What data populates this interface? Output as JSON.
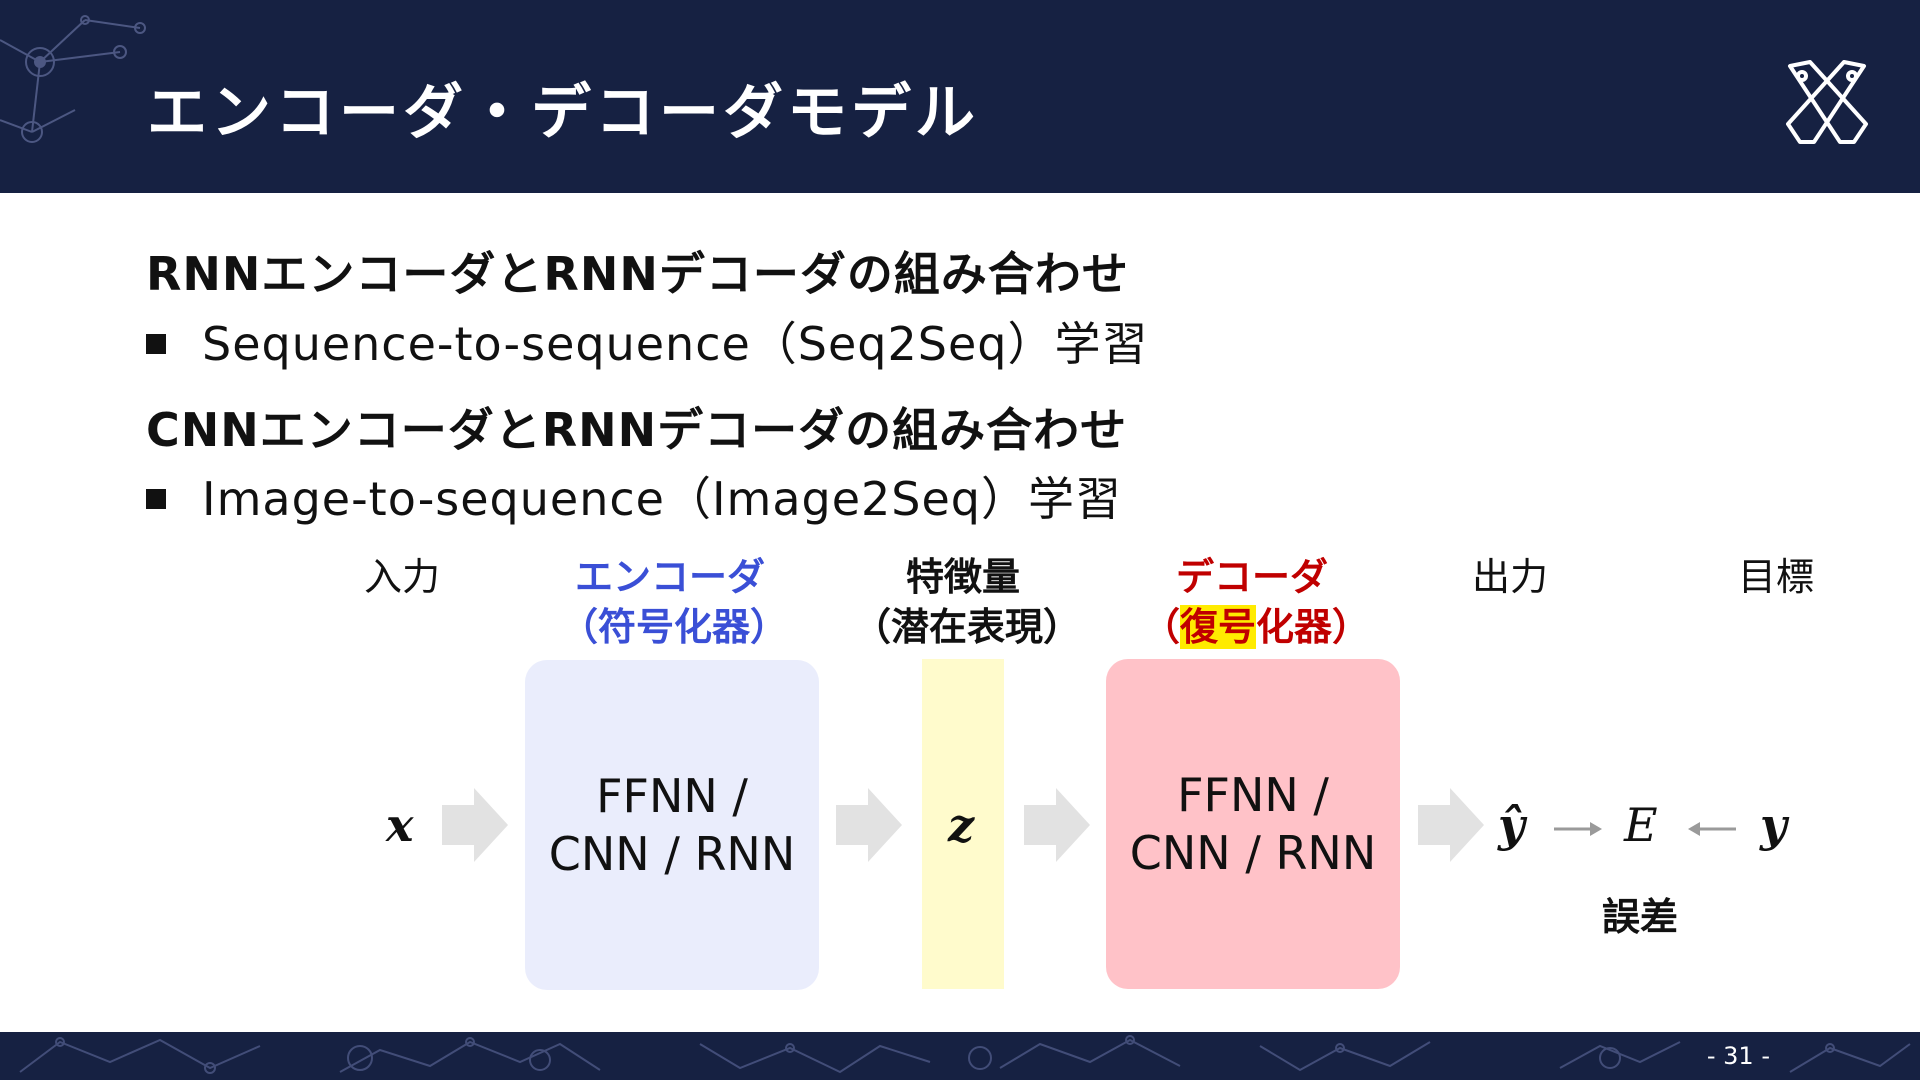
{
  "header": {
    "title": "エンコーダ・デコーダモデル"
  },
  "content": {
    "sections": [
      {
        "heading": "RNNエンコーダとRNNデコーダの組み合わせ",
        "bullet": "Sequence-to-sequence（Seq2Seq）学習"
      },
      {
        "heading": "CNNエンコーダとRNNデコーダの組み合わせ",
        "bullet": "Image-to-sequence（Image2Seq）学習"
      }
    ]
  },
  "diagram": {
    "input_label": "入力",
    "encoder_label": "エンコーダ",
    "encoder_sub_label": "（符号化器）",
    "latent_label": "特徴量",
    "latent_sub_label": "（潜在表現）",
    "decoder_label": "デコーダ",
    "decoder_sub_open": "（",
    "decoder_sub_highlight": "復号",
    "decoder_sub_rest": "化器）",
    "output_label": "出力",
    "target_label": "目標",
    "encoder_box_text": "FFNN /\nCNN / RNN",
    "decoder_box_text": "FFNN /\nCNN / RNN",
    "input_symbol": "x",
    "latent_symbol": "z",
    "output_symbol": "ŷ",
    "error_symbol": "E",
    "target_symbol": "y",
    "error_label": "誤差",
    "colors": {
      "encoder_box": "#eaedfc",
      "encoder_text": "#3a4fd6",
      "decoder_box": "#ffc2c8",
      "decoder_text": "#c00000",
      "latent_box": "#fffbcc",
      "highlight": "#ffeb00",
      "arrow": "#e2e2e2",
      "header_bg": "#162142"
    }
  },
  "footer": {
    "page_number": "- 31 -"
  }
}
